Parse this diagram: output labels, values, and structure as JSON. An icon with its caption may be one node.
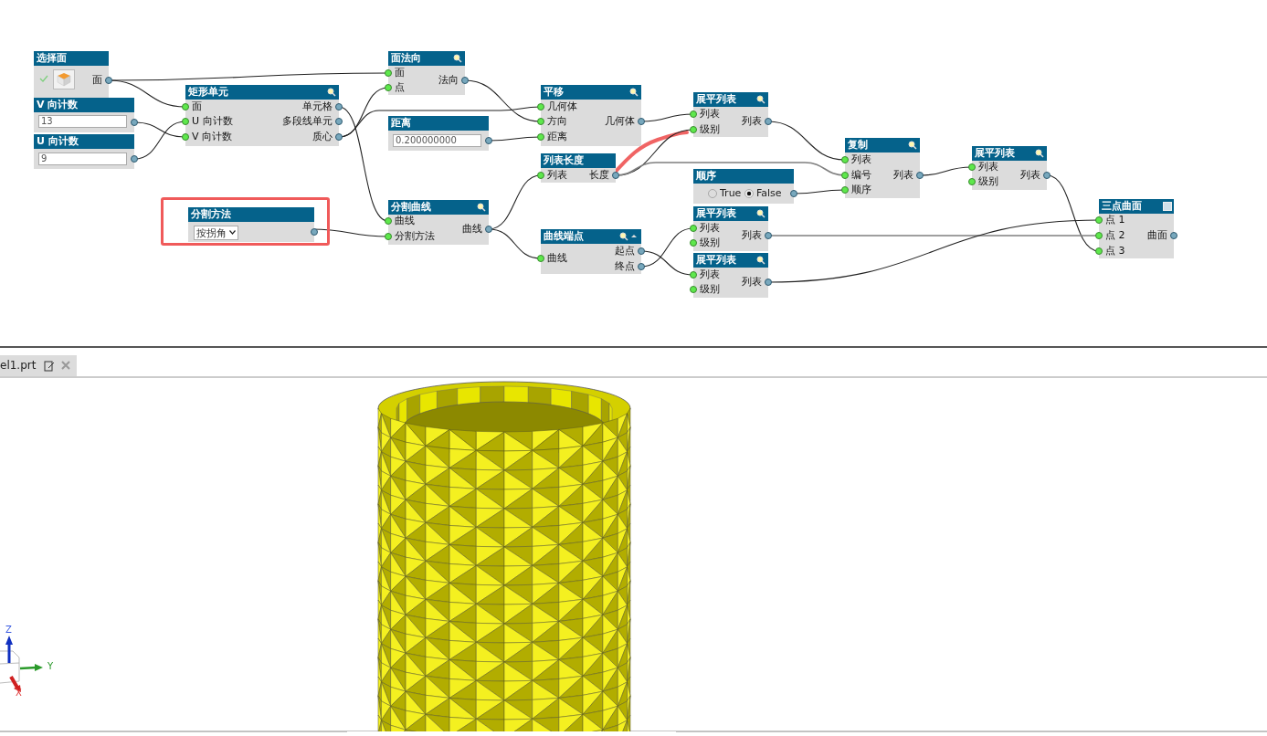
{
  "diagram": {
    "nodes": [
      {
        "text": [
          "选择面",
          "面"
        ]
      },
      {
        "text": [
          "V 向计数",
          "13"
        ]
      },
      {
        "text": [
          "U 向计数",
          "9"
        ]
      },
      {
        "text": [
          "矩形单元",
          "面",
          "U 向计数",
          "V 向计数",
          "单元格",
          "多段线单元",
          "质心"
        ]
      },
      {
        "text": [
          "面法向",
          "面",
          "点",
          "法向"
        ]
      },
      {
        "text": [
          "距离",
          "0.200000000"
        ]
      },
      {
        "text": [
          "平移",
          "几何体",
          "方向",
          "距离",
          "几何体"
        ]
      },
      {
        "text": [
          "展平列表",
          "列表",
          "级别",
          "列表"
        ]
      },
      {
        "text": [
          "列表长度",
          "列表",
          "长度"
        ]
      },
      {
        "text": [
          "顺序",
          "True",
          "False"
        ]
      },
      {
        "text": [
          "复制",
          "列表",
          "编号",
          "顺序",
          "列表"
        ]
      },
      {
        "text": [
          "展平列表",
          "列表",
          "级别",
          "列表"
        ]
      },
      {
        "text": [],
        "shape": "box"
      },
      {
        "text": [
          "分割方法",
          "按拐角"
        ],
        "in": 12
      },
      {
        "text": [
          "分割曲线",
          "曲线",
          "分割方法",
          "曲线"
        ]
      },
      {
        "text": [
          "曲线端点",
          "曲线",
          "起点",
          "终点"
        ]
      },
      {
        "text": [
          "展平列表",
          "列表",
          "级别",
          "列表"
        ]
      },
      {
        "text": [
          "展平列表",
          "列表",
          "级别",
          "列表"
        ]
      },
      {
        "text": [
          "三点曲面",
          "点 1",
          "点 2",
          "点 3",
          "曲面"
        ]
      }
    ],
    "edges": [
      {
        "from": 0,
        "to": 4,
        "arrow": "none"
      },
      {
        "from": 0,
        "to": 3,
        "arrow": "none"
      },
      {
        "from": 1,
        "to": 3,
        "arrow": "none"
      },
      {
        "from": 2,
        "to": 3,
        "arrow": "none"
      },
      {
        "from": 3,
        "to": 4,
        "arrow": "none"
      },
      {
        "from": 3,
        "to": 6,
        "arrow": "none"
      },
      {
        "from": 3,
        "to": 14,
        "arrow": "none"
      },
      {
        "from": 4,
        "to": 6,
        "arrow": "none"
      },
      {
        "from": 5,
        "to": 6,
        "arrow": "none"
      },
      {
        "from": 6,
        "to": 7,
        "arrow": "none"
      },
      {
        "from": 8,
        "to": 7,
        "arrow": "none"
      },
      {
        "from": 8,
        "to": 10,
        "arrow": "none",
        "color": "#7f7f7f"
      },
      {
        "from": 7,
        "to": 10,
        "arrow": "none"
      },
      {
        "from": 9,
        "to": 10,
        "arrow": "none"
      },
      {
        "from": 10,
        "to": 11,
        "arrow": "none"
      },
      {
        "from": 11,
        "to": 18,
        "arrow": "none"
      },
      {
        "from": 13,
        "to": 14,
        "arrow": "none"
      },
      {
        "from": 14,
        "to": 8,
        "arrow": "none"
      },
      {
        "from": 14,
        "to": 15,
        "arrow": "none"
      },
      {
        "from": 15,
        "to": 17,
        "arrow": "none"
      },
      {
        "from": 15,
        "to": 16,
        "arrow": "none"
      },
      {
        "from": 16,
        "to": 18,
        "arrow": "none",
        "color": "#7f7f7f"
      },
      {
        "from": 17,
        "to": 18,
        "arrow": "none"
      }
    ],
    "labels": [
      "el1.prt",
      "Z",
      "Y",
      "X"
    ]
  }
}
